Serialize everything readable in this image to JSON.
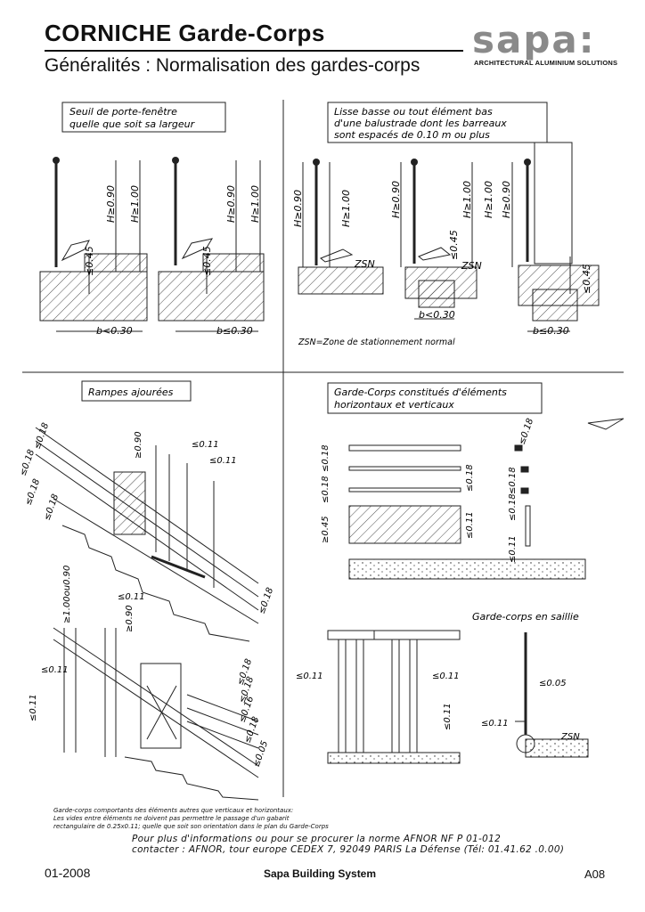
{
  "header": {
    "title": "CORNICHE  Garde-Corps",
    "subtitle": "Généralités : Normalisation des gardes-corps",
    "logo": "sapa:",
    "logo_tagline": "ARCHITECTURAL ALUMINIUM SOLUTIONS"
  },
  "panels": {
    "top_left_caption": [
      "Seuil de porte-fenêtre",
      "quelle que soit sa largeur"
    ],
    "top_right_caption": [
      "Lisse basse ou tout élément bas",
      "d'une balustrade dont les barreaux",
      "sont espacés de 0.10 m ou plus"
    ],
    "zsn_note": "ZSN=Zone de stationnement normal",
    "bottom_left_caption": "Rampes ajourées",
    "bottom_right_caption": [
      "Garde-Corps constitués d'éléments",
      "horizontaux et verticaux"
    ],
    "saillie_caption": "Garde-corps en saillie"
  },
  "dimensions": {
    "h090": "H≥0.90",
    "h100": "H≥1.00",
    "le045": "≤0.45",
    "b030_lt": "b<0.30",
    "b030_le": "b≤0.30",
    "zsn": "ZSN",
    "le018": "≤0.18",
    "ge090": "≥0.90",
    "le011": "≤0.11",
    "ge045": "≥0.45",
    "range": "≥1.00ou0.90",
    "le016": "≤0.16",
    "le005": "≤0.05"
  },
  "footnote": [
    "Garde-corps comportants des éléments autres que verticaux et horizontaux:",
    "Les vides entre éléments ne doivent pas permettre le passage d'un gabarit",
    "rectangulaire de 0.25x0.11; quelle que soit son orientation dans le plan du Garde-Corps"
  ],
  "info": [
    "Pour plus d'informations ou pour se procurer la norme AFNOR NF P 01-012",
    "contacter : AFNOR, tour europe CEDEX 7, 92049 PARIS La Défense (Tél: 01.41.62 .0.00)"
  ],
  "footer": {
    "date": "01-2008",
    "center": "Sapa Building System",
    "page": "A08"
  }
}
